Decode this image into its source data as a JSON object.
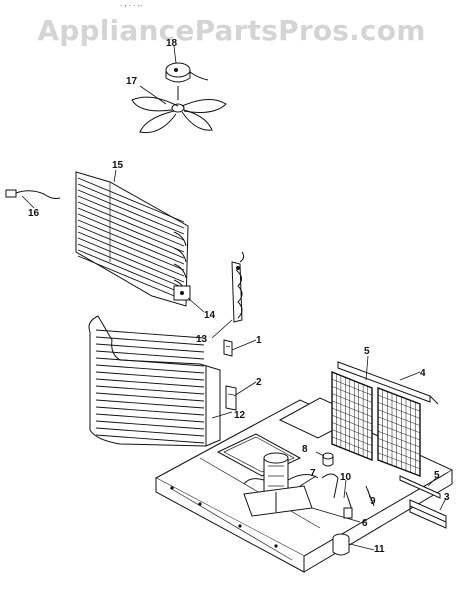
{
  "watermark": "AppliancePartsPros.com",
  "top_edge_text": ".  ,   .  .  ,.",
  "callouts": {
    "p1": "1",
    "p2": "2",
    "p3": "3",
    "p4": "4",
    "p5a": "5",
    "p5b": "5",
    "p6": "6",
    "p7": "7",
    "p8": "8",
    "p9": "9",
    "p10": "10",
    "p11": "11",
    "p12": "12",
    "p13": "13",
    "p14": "14",
    "p15": "15",
    "p16": "16",
    "p17": "17",
    "p18": "18"
  },
  "colors": {
    "line": "#111111",
    "watermark": "#d4d4d4",
    "background": "#ffffff"
  }
}
